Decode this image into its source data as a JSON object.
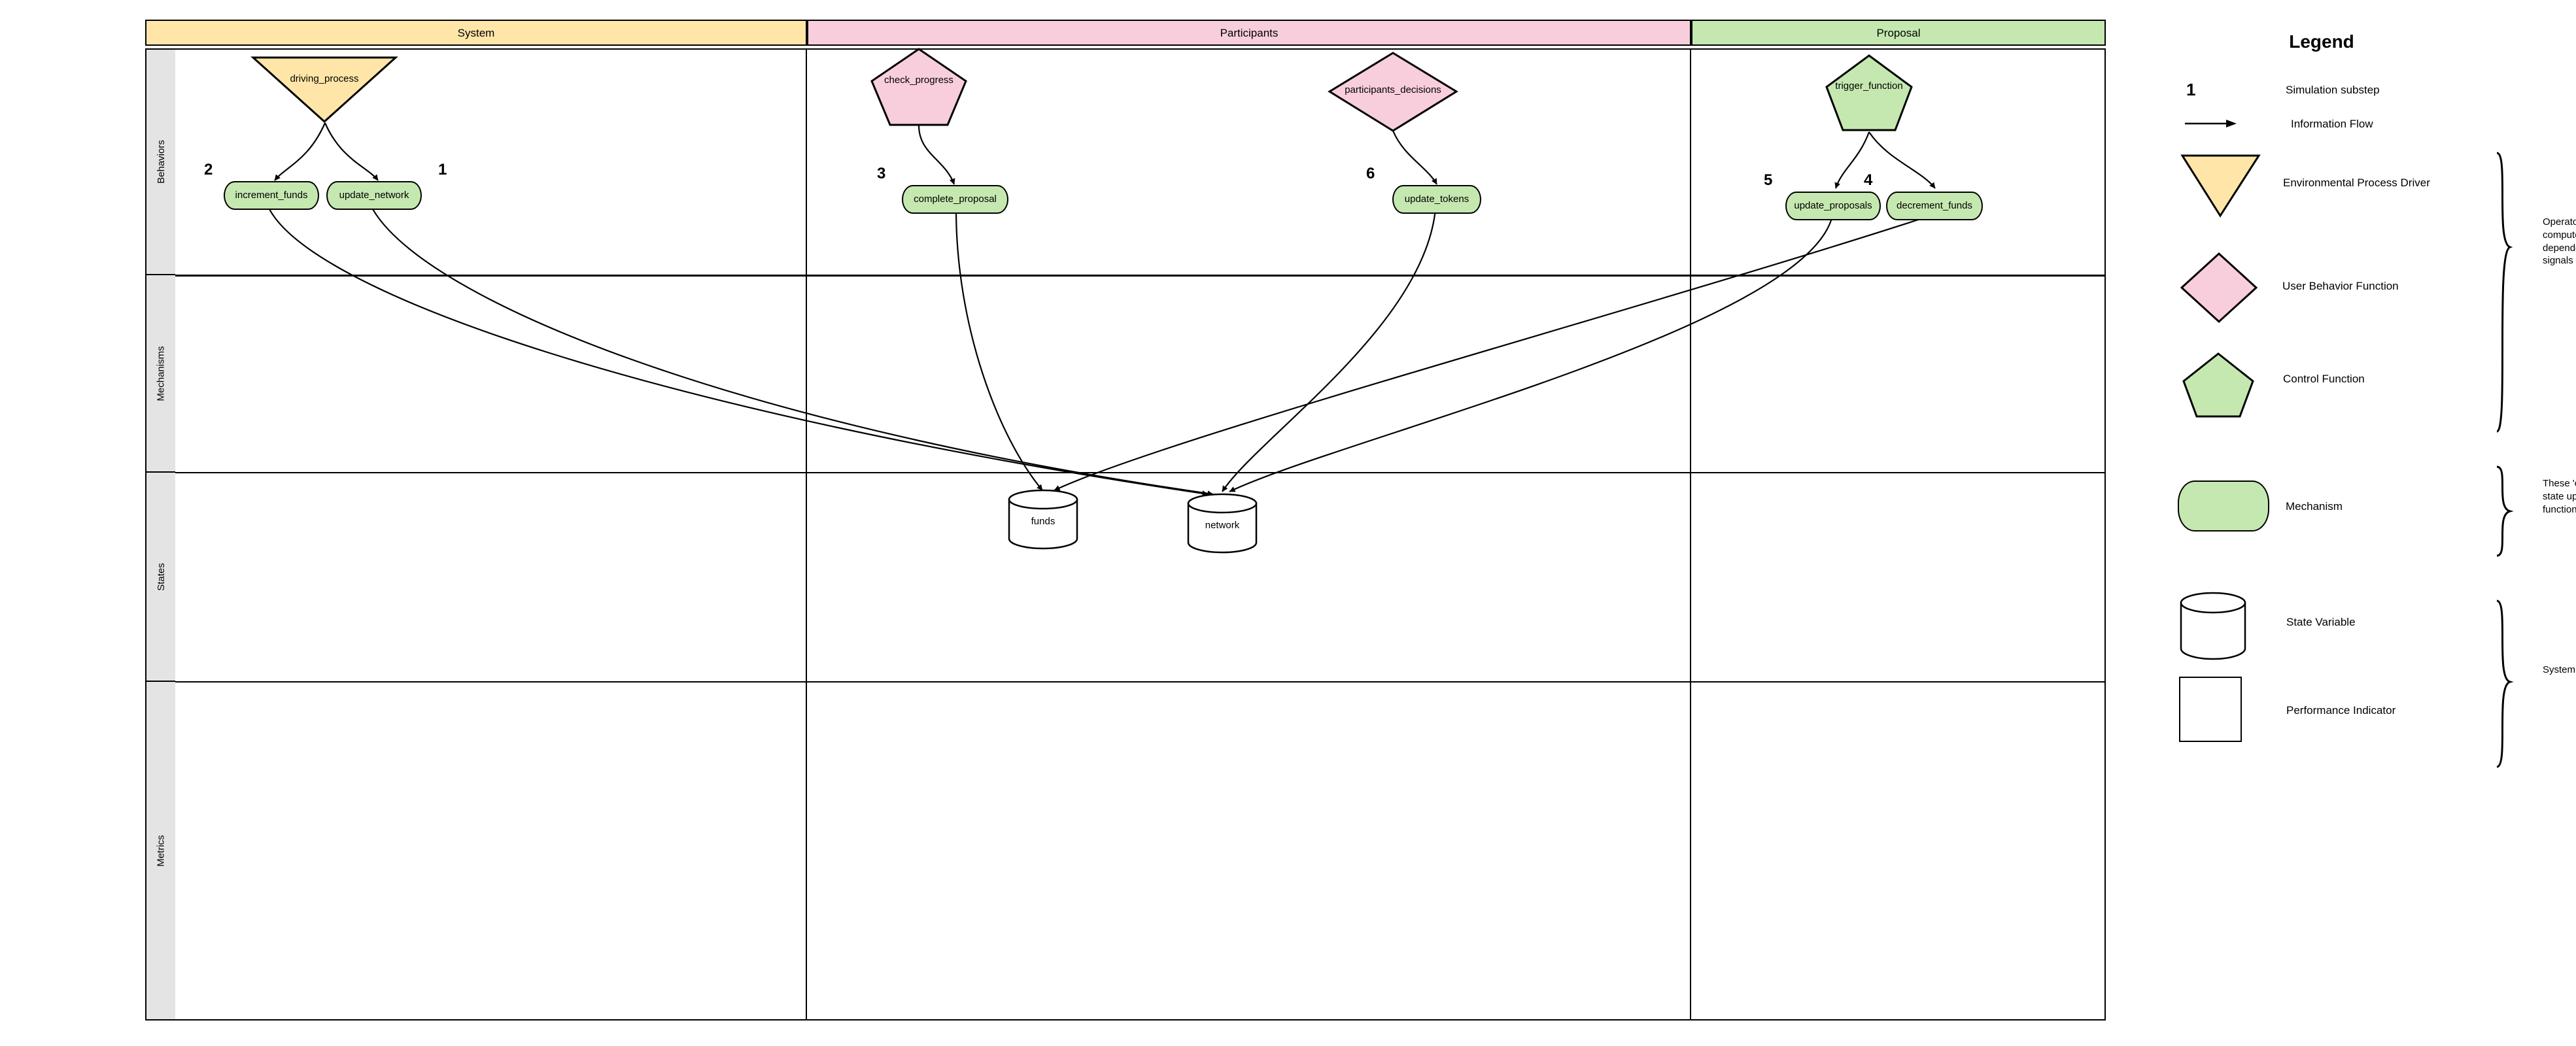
{
  "diagram": {
    "columns": [
      {
        "id": "system",
        "label": "System",
        "color": "#FFE6A8"
      },
      {
        "id": "participants",
        "label": "Participants",
        "color": "#F8CEDC"
      },
      {
        "id": "proposal",
        "label": "Proposal",
        "color": "#C5E8B0"
      }
    ],
    "rows": [
      {
        "id": "behaviors",
        "label": "Behaviors"
      },
      {
        "id": "mechanisms",
        "label": "Mechanisms"
      },
      {
        "id": "states",
        "label": "States"
      },
      {
        "id": "metrics",
        "label": "Metrics"
      }
    ],
    "behaviors": [
      {
        "id": "driving_process",
        "label": "driving_process",
        "shape": "triangle-down",
        "color": "#FFE6A8",
        "column": "system"
      },
      {
        "id": "check_progress",
        "label": "check_progress",
        "shape": "pentagon",
        "color": "#F8CEDC",
        "column": "participants"
      },
      {
        "id": "participants_decisions",
        "label": "participants_decisions",
        "shape": "diamond",
        "color": "#F8CEDC",
        "column": "participants"
      },
      {
        "id": "trigger_function",
        "label": "trigger_function",
        "shape": "pentagon",
        "color": "#C5E8B0",
        "column": "proposal"
      }
    ],
    "mechanisms": [
      {
        "id": "increment_funds",
        "label": "increment_funds",
        "substep": "2",
        "column": "system"
      },
      {
        "id": "update_network",
        "label": "update_network",
        "substep": "1",
        "column": "system"
      },
      {
        "id": "complete_proposal",
        "label": "complete_proposal",
        "substep": "3",
        "column": "participants"
      },
      {
        "id": "update_tokens",
        "label": "update_tokens",
        "substep": "6",
        "column": "participants"
      },
      {
        "id": "update_proposals",
        "label": "update_proposals",
        "substep": "5",
        "column": "proposal"
      },
      {
        "id": "decrement_funds",
        "label": "decrement_funds",
        "substep": "4",
        "column": "proposal"
      }
    ],
    "states": [
      {
        "id": "funds",
        "label": "funds",
        "shape": "cylinder"
      },
      {
        "id": "network",
        "label": "network",
        "shape": "cylinder"
      }
    ],
    "metrics": []
  },
  "legend": {
    "title": "Legend",
    "substep_symbol": "1",
    "items": [
      {
        "id": "simulation-substep",
        "label": "Simulation substep",
        "symbol": "number"
      },
      {
        "id": "information-flow",
        "label": "Information Flow",
        "symbol": "arrow"
      },
      {
        "id": "environmental-process-driver",
        "label": "Environmental Process Driver",
        "symbol": "triangle-down",
        "color": "#FFE6A8"
      },
      {
        "id": "user-behavior-function",
        "label": "User Behavior Function",
        "symbol": "diamond",
        "color": "#F8CEDC"
      },
      {
        "id": "control-function",
        "label": "Control Function",
        "symbol": "pentagon",
        "color": "#C5E8B0"
      },
      {
        "id": "mechanism",
        "label": "Mechanism",
        "symbol": "rounded",
        "color": "#C5E8B0"
      },
      {
        "id": "state-variable",
        "label": "State Variable",
        "symbol": "cylinder",
        "color": "#FFFFFF"
      },
      {
        "id": "performance-indicator",
        "label": "Performance Indicator",
        "symbol": "rectangle",
        "color": "#FFFFFF"
      }
    ],
    "braces": [
      {
        "id": "operators-brace",
        "text": "Operators which compute state dependent signals"
      },
      {
        "id": "mechanisms-brace",
        "text": "These 'contain' state update functions"
      },
      {
        "id": "system-data-brace",
        "text": "System Data"
      }
    ]
  },
  "colors": {
    "yellow": "#FFE6A8",
    "pink": "#F8CEDC",
    "green": "#C5E8B0",
    "row_label_bg": "#E4E4E4",
    "stroke": "#000000"
  }
}
